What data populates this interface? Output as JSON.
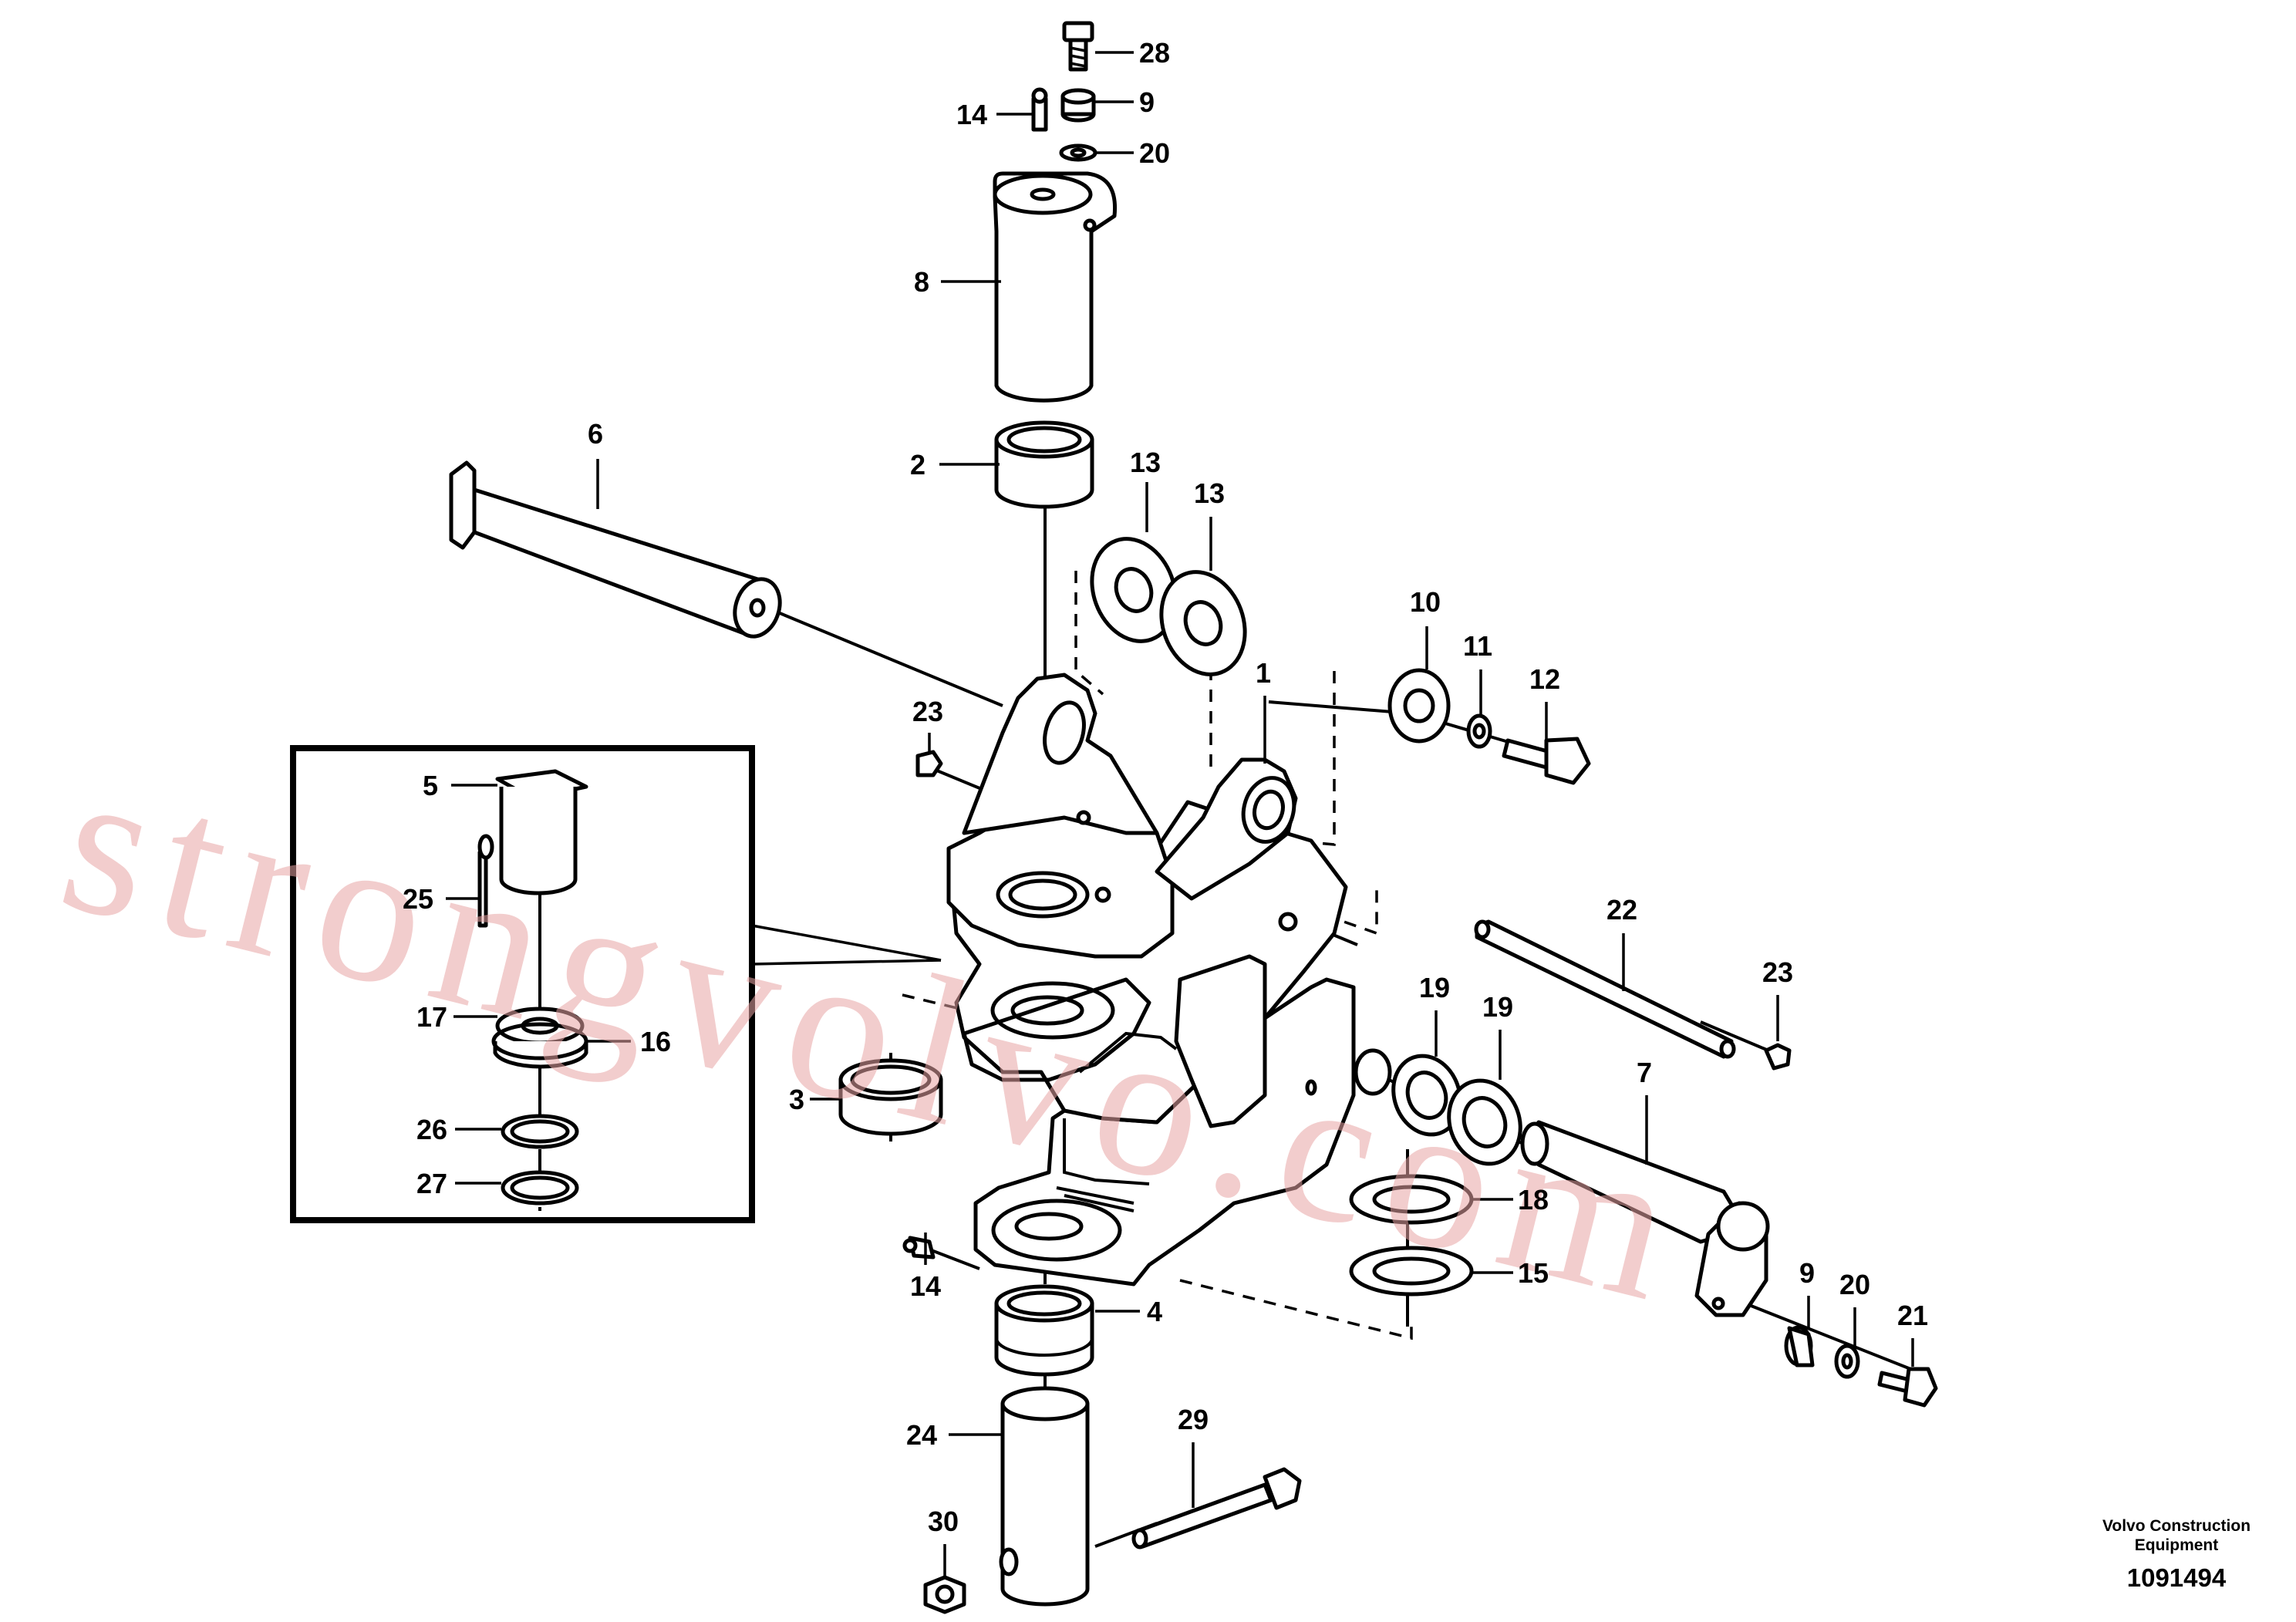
{
  "callouts": {
    "c28": "28",
    "c9a": "9",
    "c14a": "14",
    "c20a": "20",
    "c8": "8",
    "c6": "6",
    "c2": "2",
    "c13a": "13",
    "c13b": "13",
    "c10": "10",
    "c11": "11",
    "c12": "12",
    "c1": "1",
    "c23a": "23",
    "c5": "5",
    "c25": "25",
    "c17": "17",
    "c16": "16",
    "c26": "26",
    "c27": "27",
    "c3": "3",
    "c22": "22",
    "c23b": "23",
    "c19a": "19",
    "c19b": "19",
    "c7": "7",
    "c18": "18",
    "c15": "15",
    "c14b": "14",
    "c4": "4",
    "c9b": "9",
    "c20b": "20",
    "c21": "21",
    "c24": "24",
    "c29": "29",
    "c30": "30"
  },
  "watermark": "strongvolvo.com",
  "brand": {
    "line1": "Volvo Construction",
    "line2": "Equipment"
  },
  "doc_number": "1091494"
}
